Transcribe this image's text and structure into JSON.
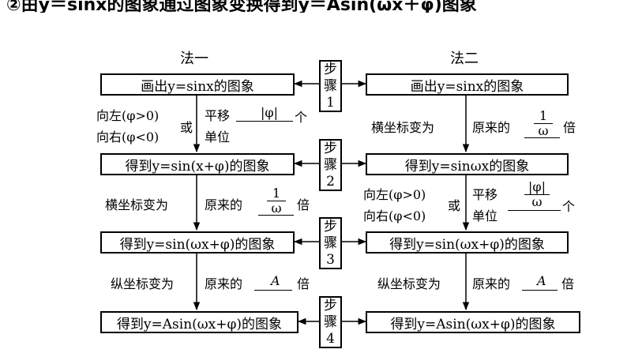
{
  "title": "②由y＝sinx的图象通过图象变换得到y＝Asin(ωx＋φ)图象",
  "headers": {
    "left": "法一",
    "right": "法二"
  },
  "steps": [
    {
      "top": "步",
      "mid": "骤",
      "num": "1"
    },
    {
      "top": "步",
      "mid": "骤",
      "num": "2"
    },
    {
      "top": "步",
      "mid": "骤",
      "num": "3"
    },
    {
      "top": "步",
      "mid": "骤",
      "num": "4"
    }
  ],
  "left_boxes": [
    "画出y=sinx的图象",
    "得到y=sin(x+φ)的图象",
    "得到y=sin(ωx+φ)的图象",
    "得到y=Asin(ωx+φ)的图象"
  ],
  "right_boxes": [
    "画出y=sinx的图象",
    "得到y=sinωx的图象",
    "得到y=sin(ωx+φ)的图象",
    "得到y=Asin(ωx+φ)的图象"
  ],
  "labels": {
    "shift_left": "向左(φ>0)",
    "shift_right": "向右(φ<0)",
    "or": "或",
    "translate": "平移",
    "unit": "单位",
    "ge": "个",
    "abs_phi": "|φ|",
    "horiz_change": "横坐标变为",
    "original": "原来的",
    "bei": "倍",
    "one": "1",
    "omega": "ω",
    "frac_num": "|φ|",
    "frac_den": "ω",
    "vert_change": "纵坐标变为",
    "A": "A"
  }
}
